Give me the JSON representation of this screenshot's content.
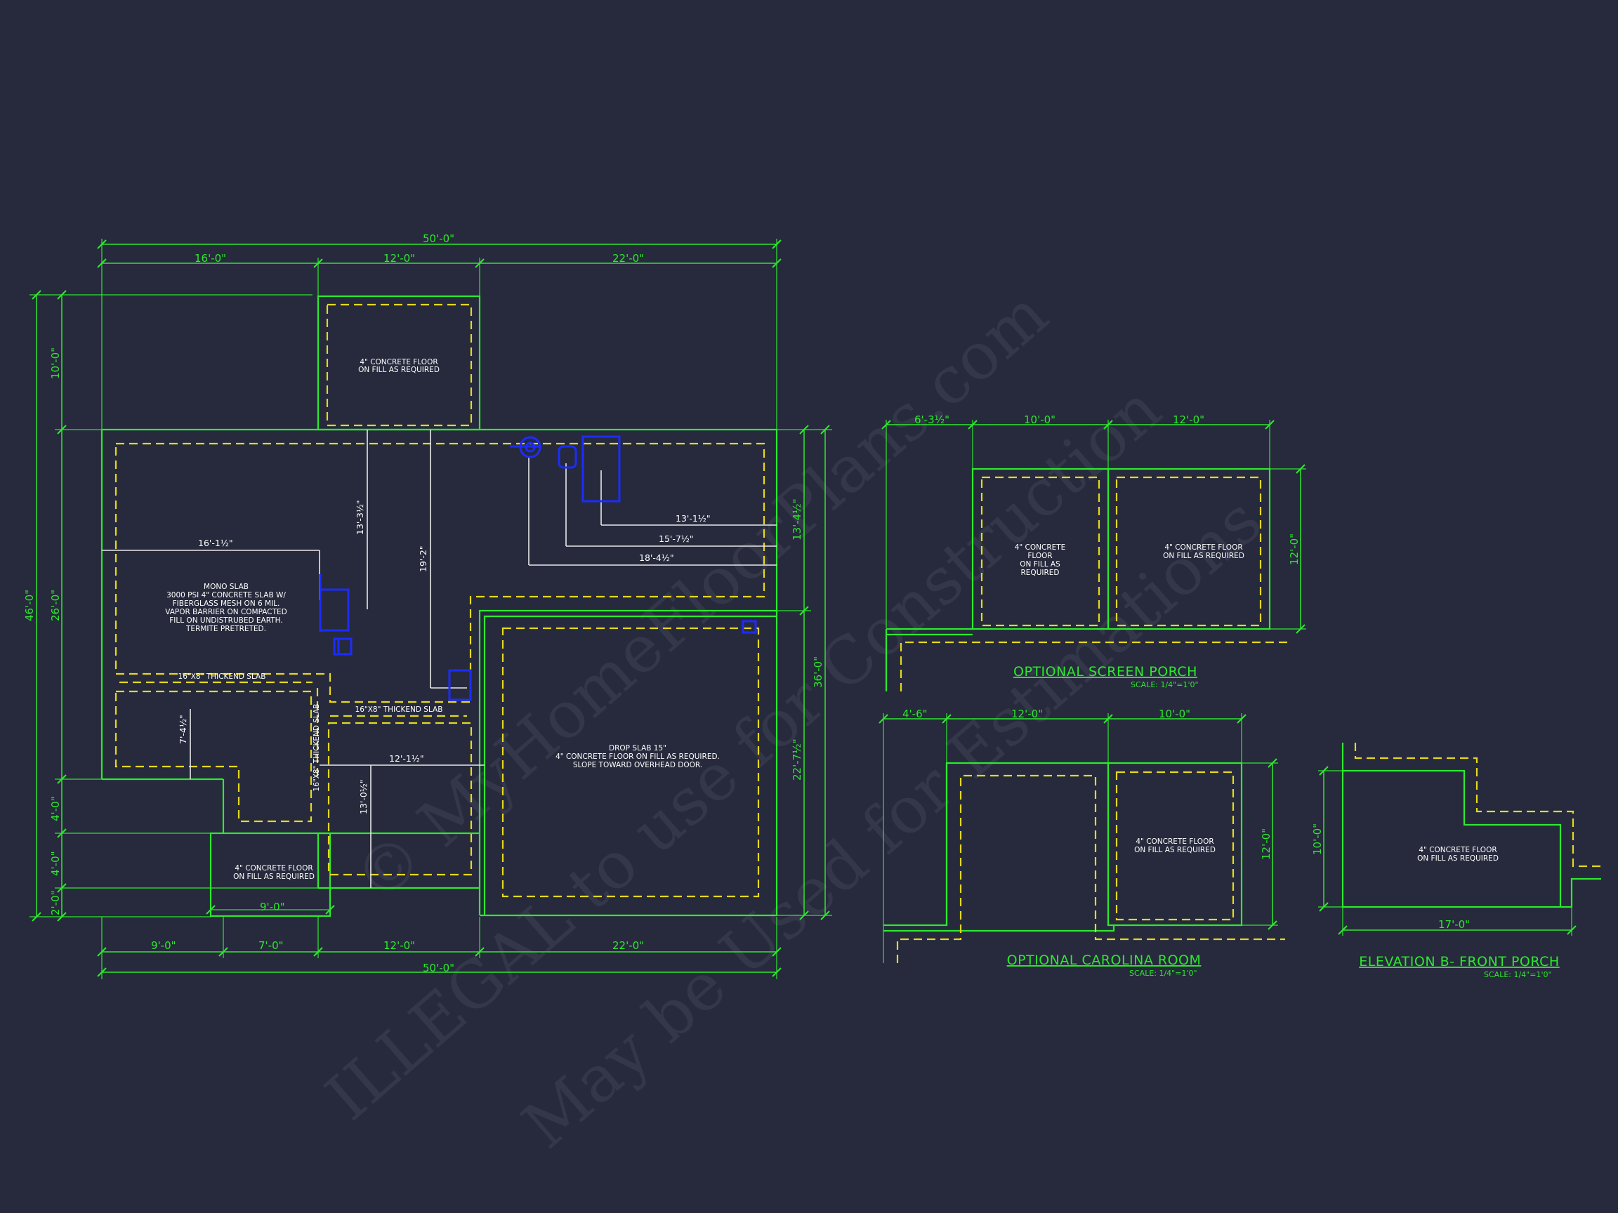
{
  "watermark": {
    "line1": "© MyHomeFloorPlans.com",
    "line2": "ILLEGAL to use for Construction",
    "line3": "May be Used for Estimations"
  },
  "main_plan": {
    "top_overall": "50'-0\"",
    "top_seg_1": "16'-0\"",
    "top_seg_2": "12'-0\"",
    "top_seg_3": "22'-0\"",
    "bottom_overall": "50'-0\"",
    "bottom_seg_1": "9'-0\"",
    "bottom_seg_2": "7'-0\"",
    "bottom_seg_3": "12'-0\"",
    "bottom_seg_4": "22'-0\"",
    "left_overall": "46'-0\"",
    "left_seg_1": "10'-0\"",
    "left_seg_2": "26'-0\"",
    "left_seg_3": "4'-0\"",
    "left_seg_4": "4'-0\"",
    "left_seg_5": "2'-0\"",
    "right_overall": "36'-0\"",
    "right_seg_1": "13'-4½\"",
    "right_seg_2": "22'-7½\"",
    "inner_dim_16": "16'-1½\"",
    "inner_dim_13a": "13'-3½\"",
    "inner_dim_19": "19'-2\"",
    "inner_dim_13b": "13'-1½\"",
    "inner_dim_15": "15'-7½\"",
    "inner_dim_18": "18'-4½\"",
    "inner_dim_7": "7'-4½\"",
    "inner_dim_12": "12'-1½\"",
    "inner_dim_13c": "13'-0½\"",
    "porch_dim_9": "9'-0\"",
    "note_top_porch_1": "4\" CONCRETE FLOOR",
    "note_top_porch_2": "ON FILL AS REQUIRED",
    "mono_slab_1": "MONO SLAB",
    "mono_slab_2": "3000 PSI 4\" CONCRETE SLAB W/",
    "mono_slab_3": "FIBERGLASS MESH ON 6 MIL.",
    "mono_slab_4": "VAPOR BARRIER ON COMPACTED",
    "mono_slab_5": "FILL ON UNDISTRUBED EARTH.",
    "mono_slab_6": "TERMITE PRETRETED.",
    "thick_slab_a": "16\"X8\" THICKEND SLAB",
    "thick_slab_b": "16\"X8\" THICKEND SLAB",
    "thick_slab_c": "16\"X8\" THICKEND SLAB",
    "drop_slab_1": "DROP SLAB 15\"",
    "drop_slab_2": "4\" CONCRETE FLOOR ON FILL AS REQUIRED.",
    "drop_slab_3": "SLOPE TOWARD OVERHEAD DOOR.",
    "note_bottom_porch_1": "4\" CONCRETE FLOOR",
    "note_bottom_porch_2": "ON FILL AS REQUIRED"
  },
  "screen_porch": {
    "title": "OPTIONAL SCREEN PORCH",
    "scale": "SCALE: 1/4\"=1'0\"",
    "dim_a": "6'-3½\"",
    "dim_b": "10'-0\"",
    "dim_c": "12'-0\"",
    "dim_v": "12'-0\"",
    "left_note_1": "4\" CONCRETE",
    "left_note_2": "FLOOR",
    "left_note_3": "ON FILL AS",
    "left_note_4": "REQUIRED",
    "right_note_1": "4\" CONCRETE FLOOR",
    "right_note_2": "ON FILL AS REQUIRED"
  },
  "carolina_room": {
    "title": "OPTIONAL CAROLINA ROOM",
    "scale": "SCALE: 1/4\"=1'0\"",
    "dim_a": "4'-6\"",
    "dim_b": "12'-0\"",
    "dim_c": "10'-0\"",
    "dim_v": "12'-0\"",
    "note_1": "4\" CONCRETE FLOOR",
    "note_2": "ON FILL AS REQUIRED"
  },
  "front_porch": {
    "title": "ELEVATION B- FRONT PORCH",
    "scale": "SCALE: 1/4\"=1'0\"",
    "dim_h": "17'-0\"",
    "dim_v": "10'-0\"",
    "note_1": "4\" CONCRETE FLOOR",
    "note_2": "ON FILL AS REQUIRED"
  }
}
